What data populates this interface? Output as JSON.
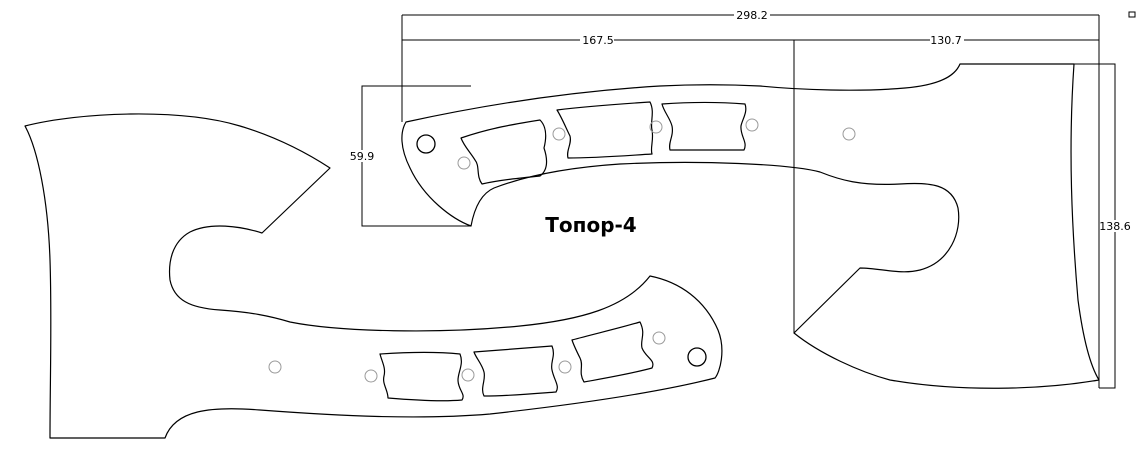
{
  "drawing": {
    "title": "Топор-4",
    "dimensions": {
      "overall_length": "298.2",
      "handle_length": "167.5",
      "head_length": "130.7",
      "handle_height": "59.9",
      "head_height": "138.6"
    }
  }
}
